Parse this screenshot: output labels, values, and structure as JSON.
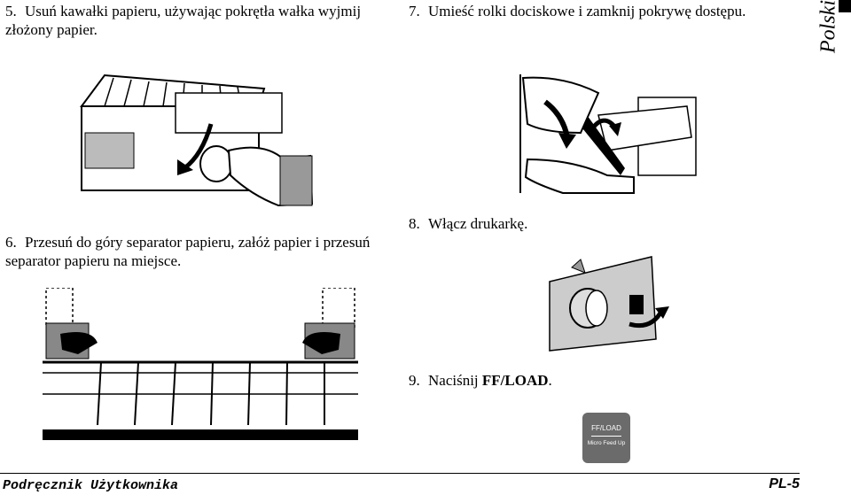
{
  "side_tab": {
    "label": "Polski"
  },
  "steps": {
    "s5": {
      "num": "5.",
      "text": "Usuń kawałki papieru, używając pokrętła wałka wyjmij złożony papier."
    },
    "s7": {
      "num": "7.",
      "text": "Umieść rolki dociskowe i zamknij pokrywę dostępu."
    },
    "s6": {
      "num": "6.",
      "text": "Przesuń do góry separator papieru, załóż papier i przesuń separator papieru na miejsce."
    },
    "s8": {
      "num": "8.",
      "text": "Włącz drukarkę."
    },
    "s9": {
      "num": "9.",
      "pre": "Naciśnij ",
      "bold": "FF/LOAD",
      "post": "."
    }
  },
  "ff_key": {
    "top_label": "FF/LOAD",
    "bottom_label": "Micro Feed Up"
  },
  "footer": {
    "left": "Podręcznik Użytkownika",
    "right": "PL-5"
  }
}
